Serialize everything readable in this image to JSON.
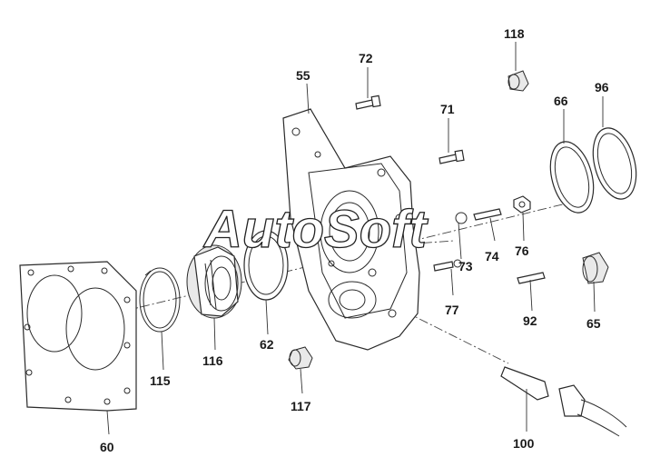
{
  "watermark": "AutoSoft",
  "labels": {
    "p55": "55",
    "p60": "60",
    "p62": "62",
    "p65": "65",
    "p66": "66",
    "p71": "71",
    "p72": "72",
    "p73": "73",
    "p74": "74",
    "p76": "76",
    "p77": "77",
    "p92": "92",
    "p96": "96",
    "p100": "100",
    "p115": "115",
    "p116": "116",
    "p117": "117",
    "p118": "118"
  }
}
